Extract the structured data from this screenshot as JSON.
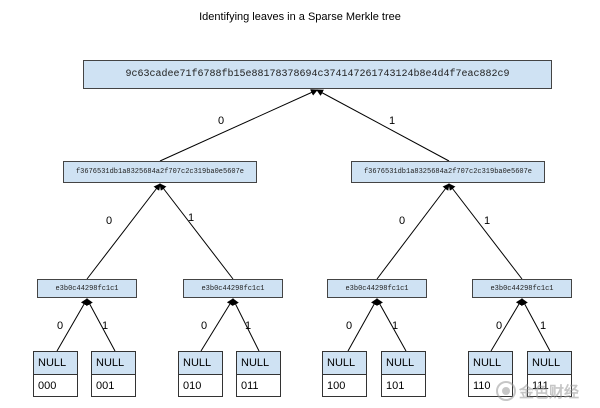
{
  "title": "Identifying leaves in a Sparse Merkle tree",
  "root": {
    "hash": "9c63cadee71f6788fb15e88178378694c374147261743124b8e4d4f7eac882c9"
  },
  "level1": [
    {
      "hash": "f3676531db1a8325684a2f707c2c319ba0e5607e"
    },
    {
      "hash": "f3676531db1a8325684a2f707c2c319ba0e5607e"
    }
  ],
  "level2": [
    {
      "hash": "e3b0c44298fc1c1"
    },
    {
      "hash": "e3b0c44298fc1c1"
    },
    {
      "hash": "e3b0c44298fc1c1"
    },
    {
      "hash": "e3b0c44298fc1c1"
    }
  ],
  "edges": {
    "root": [
      "0",
      "1"
    ],
    "level1": [
      "0",
      "1",
      "0",
      "1"
    ],
    "level2": [
      "0",
      "1",
      "0",
      "1",
      "0",
      "1",
      "0",
      "1"
    ]
  },
  "leaves": [
    {
      "value": "NULL",
      "path": "000"
    },
    {
      "value": "NULL",
      "path": "001"
    },
    {
      "value": "NULL",
      "path": "010"
    },
    {
      "value": "NULL",
      "path": "011"
    },
    {
      "value": "NULL",
      "path": "100"
    },
    {
      "value": "NULL",
      "path": "101"
    },
    {
      "value": "NULL",
      "path": "110"
    },
    {
      "value": "NULL",
      "path": "111"
    }
  ],
  "watermark": {
    "text": "金色财经",
    "icon": "jinse-logo-icon"
  }
}
